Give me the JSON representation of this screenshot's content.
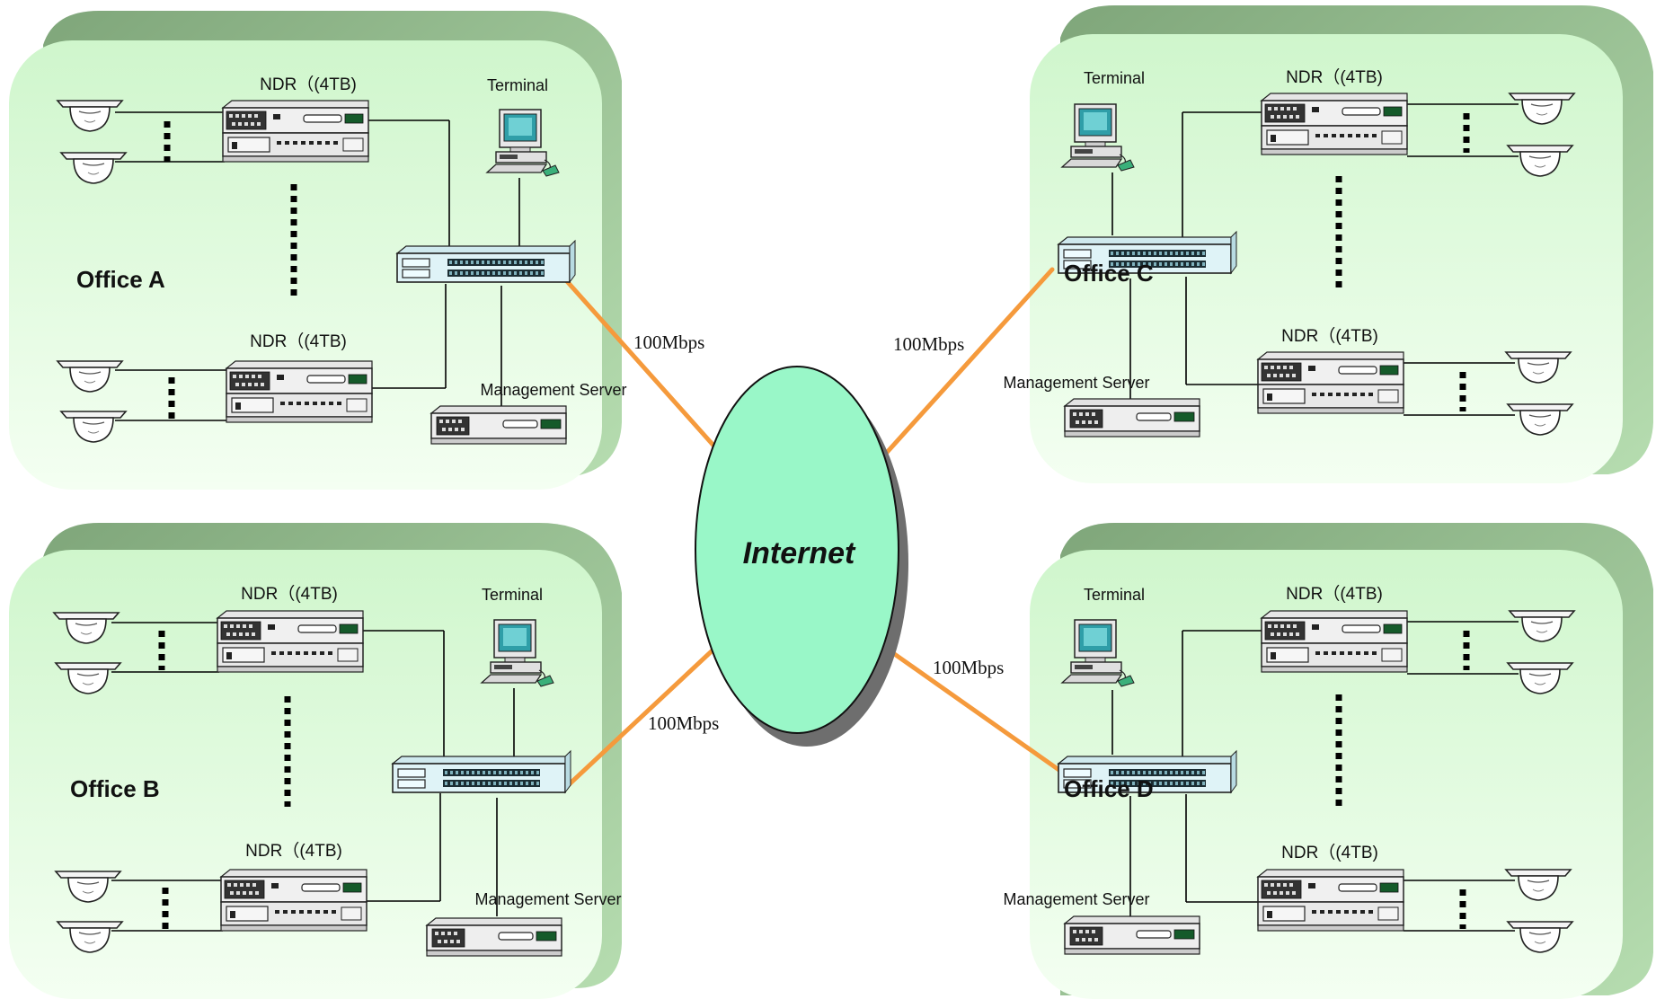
{
  "colors": {
    "panel_fill_top": "#d4f7d2",
    "panel_fill_bottom": "#f2fef0",
    "panel_shadow": "#80a97a",
    "cloud_fill": "#99f7c8",
    "cloud_shadow": "#6e6e6e",
    "link_line": "#f59a3c",
    "wire": "#000000"
  },
  "cloud": {
    "label": "Internet"
  },
  "offices": [
    {
      "id": "a",
      "name": "Office A",
      "ndr_labels": [
        "NDR（(4TB)",
        "NDR（(4TB)"
      ],
      "terminal_label": "Terminal",
      "server_label": "Management Server",
      "link_speed": "100Mbps"
    },
    {
      "id": "b",
      "name": "Office B",
      "ndr_labels": [
        "NDR（(4TB)",
        "NDR（(4TB)"
      ],
      "terminal_label": "Terminal",
      "server_label": "Management Server",
      "link_speed": "100Mbps"
    },
    {
      "id": "c",
      "name": "Office C",
      "ndr_labels": [
        "NDR（(4TB)",
        "NDR（(4TB)"
      ],
      "terminal_label": "Terminal",
      "server_label": "Management Server",
      "link_speed": "100Mbps"
    },
    {
      "id": "d",
      "name": "Office D",
      "ndr_labels": [
        "NDR（(4TB)",
        "NDR（(4TB)"
      ],
      "terminal_label": "Terminal",
      "server_label": "Management Server",
      "link_speed": "100Mbps"
    }
  ]
}
